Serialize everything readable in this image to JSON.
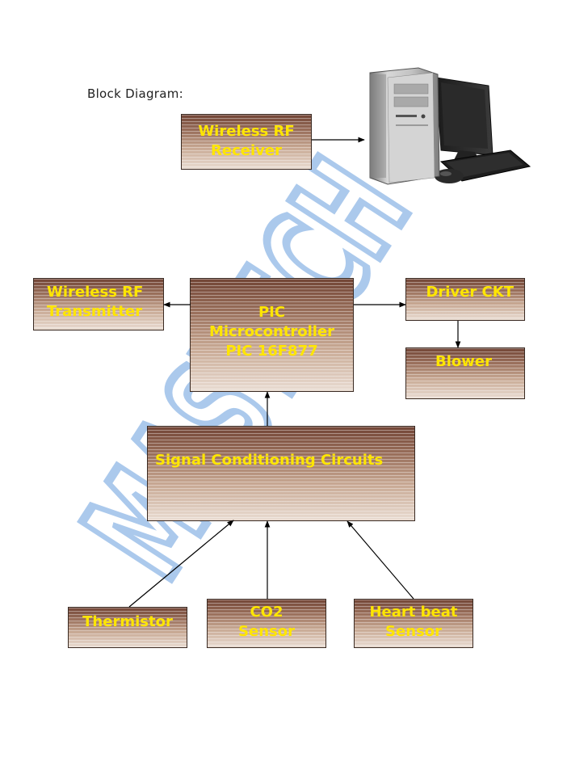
{
  "caption": "Block Diagram:",
  "blocks": {
    "receiver": {
      "line1": "Wireless RF",
      "line2": "Receiver"
    },
    "transmitter": {
      "line1": "Wireless RF",
      "line2": "Transmitter"
    },
    "pic": {
      "line1": "PIC",
      "line2": "Microcontroller",
      "line3": "PIC 16F877"
    },
    "driver": {
      "line1": "Driver CKT"
    },
    "blower": {
      "line1": "Blower"
    },
    "signal": {
      "line1": "Signal Conditioning Circuits"
    },
    "thermistor": {
      "line1": "Thermistor"
    },
    "co2": {
      "line1": "CO2",
      "line2": "Sensor"
    },
    "heartbeat": {
      "line1": "Heart beat",
      "line2": "Sensor"
    }
  },
  "watermark": {
    "text": "MASTECH"
  },
  "colors": {
    "block_text": "#ffe600",
    "block_top": "#724536",
    "block_bottom": "#e9dcd2",
    "watermark": "#8fb7e6",
    "arrow": "#000000"
  },
  "icons": {
    "computer": "desktop-computer-icon"
  }
}
